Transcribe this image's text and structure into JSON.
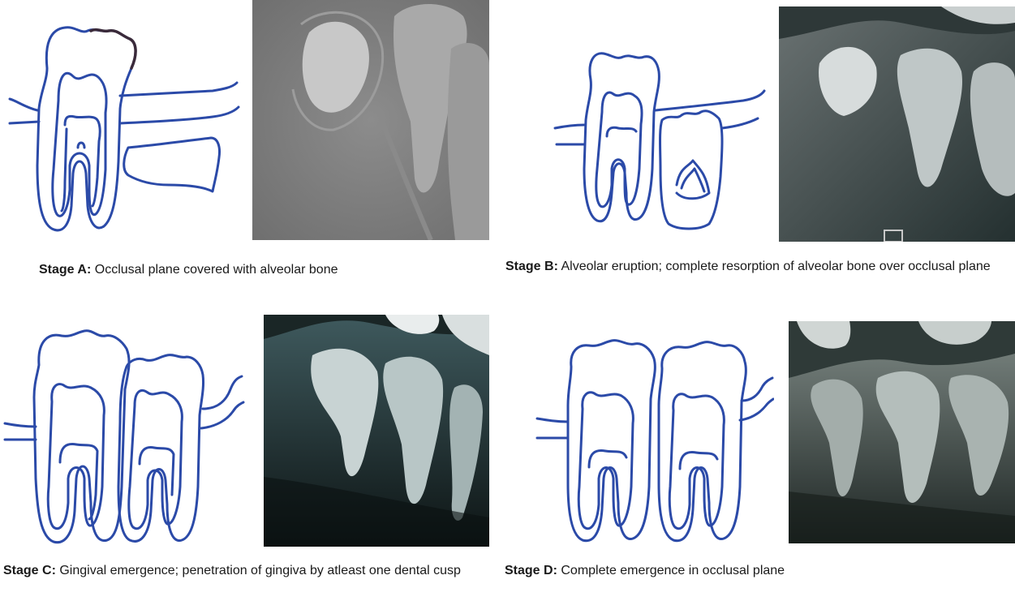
{
  "stages": [
    {
      "id": "A",
      "label": "Stage A:",
      "description": "Occlusal plane covered with alveolar bone"
    },
    {
      "id": "B",
      "label": "Stage B:",
      "description": "Alveolar eruption; complete resorption of alveolar bone over occlusal plane"
    },
    {
      "id": "C",
      "label": "Stage C:",
      "description": "Gingival emergence; penetration of gingiva by atleast one dental cusp"
    },
    {
      "id": "D",
      "label": "Stage D:",
      "description": "Complete emergence in occlusal plane"
    }
  ],
  "colors": {
    "ink": "#2b4aa8",
    "dark_ink": "#3a2a3a"
  }
}
